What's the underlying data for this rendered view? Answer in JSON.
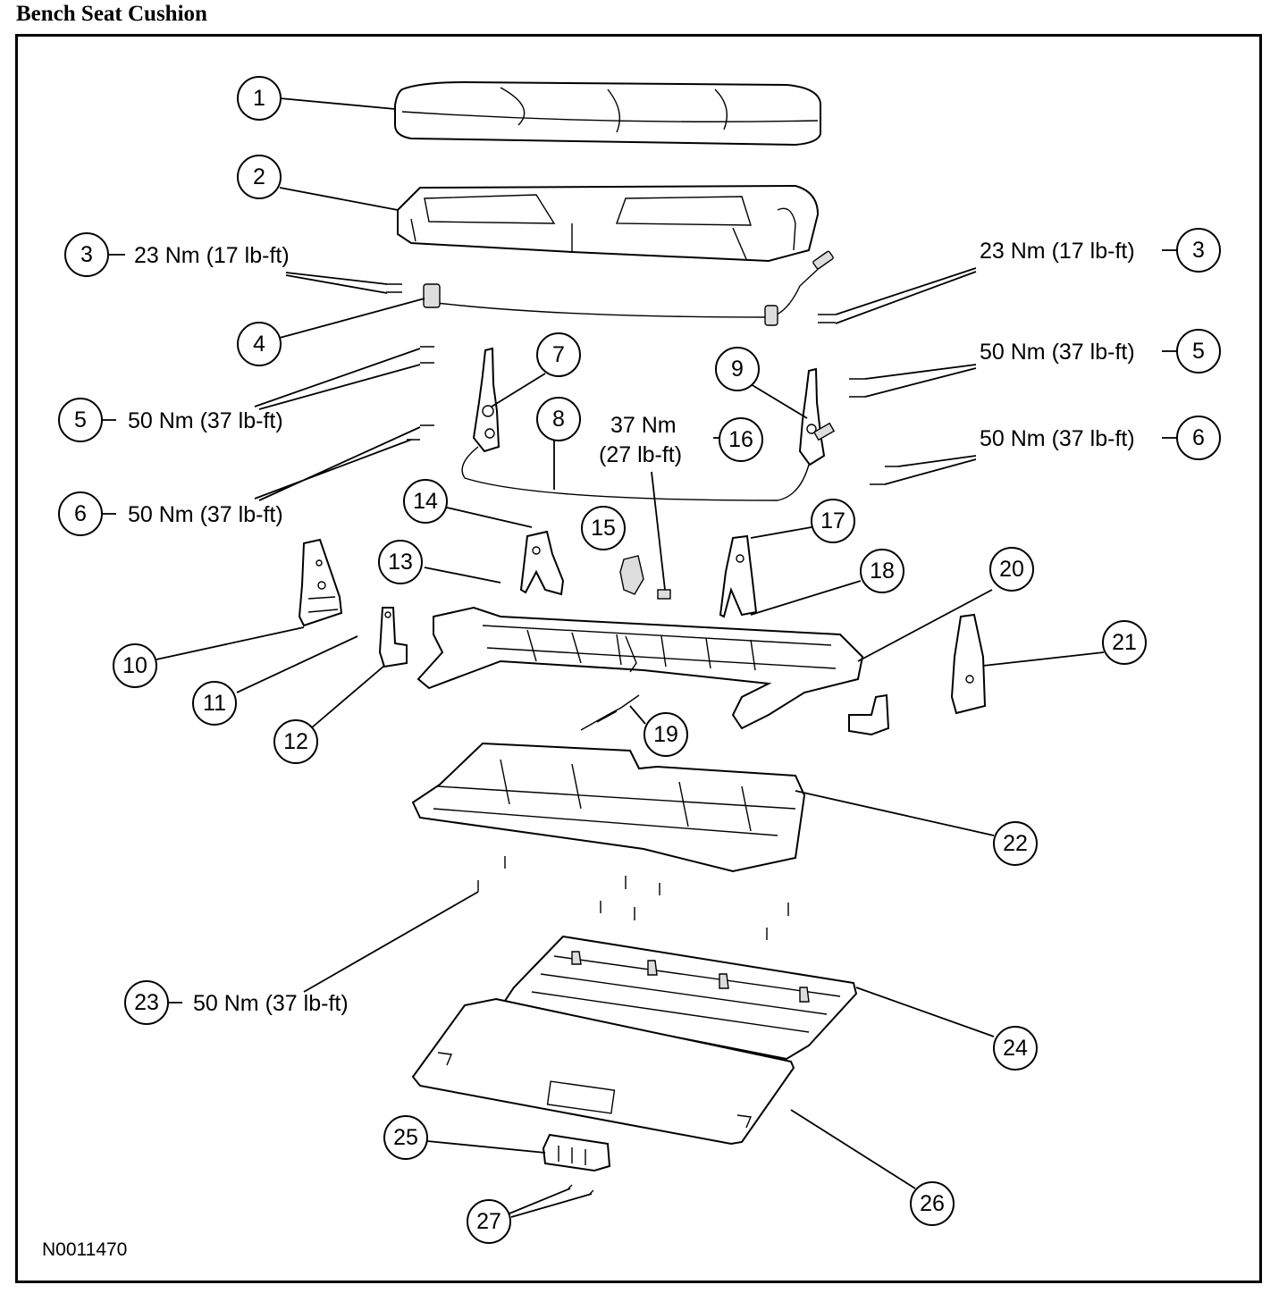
{
  "title": "Bench Seat Cushion",
  "figure_id": "N0011470",
  "callouts": [
    "1",
    "2",
    "3",
    "4",
    "5",
    "6",
    "7",
    "8",
    "9",
    "10",
    "11",
    "12",
    "13",
    "14",
    "15",
    "16",
    "17",
    "18",
    "19",
    "20",
    "21",
    "22",
    "23",
    "24",
    "25",
    "26",
    "27"
  ],
  "torque_specs": {
    "t3_left": "23 Nm (17 lb-ft)",
    "t3_right": "23 Nm (17 lb-ft)",
    "t5_left": "50 Nm (37 lb-ft)",
    "t5_right": "50 Nm (37 lb-ft)",
    "t6_left": "50 Nm (37 lb-ft)",
    "t6_right": "50 Nm (37 lb-ft)",
    "t16_line1": "37 Nm",
    "t16_line2": "(27 lb-ft)",
    "t23": "50 Nm (37 lb-ft)"
  }
}
